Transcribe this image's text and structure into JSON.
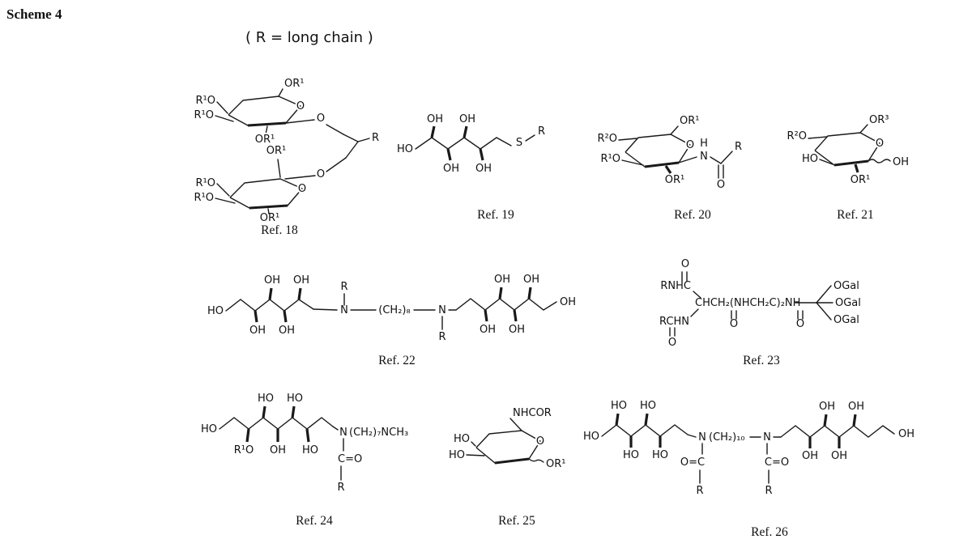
{
  "page": {
    "title": "Scheme 4",
    "note": "( R = long chain )"
  },
  "atoms": {
    "HO": "HO",
    "OH": "OH",
    "O": "O",
    "N": "N",
    "H": "H",
    "R": "R",
    "S": "S",
    "OR1": "OR¹",
    "R1O": "R¹O",
    "R2O": "R²O",
    "OR3": "OR³",
    "NHCOR": "NHCOR",
    "CEqO": "C=O",
    "OEqC": "O=C",
    "CH2_8": "(CH₂)₈",
    "CH2_7NCH3": "(CH₂)₇NCH₃",
    "CH2_10": "(CH₂)₁₀",
    "RNHC": "RNHC",
    "RCHN": "RCHN",
    "chain23": "CHCH₂(NHCH₂C)₂NH",
    "OGal": "OGal"
  },
  "refs": {
    "r18": "Ref. 18",
    "r19": "Ref. 19",
    "r20": "Ref. 20",
    "r21": "Ref. 21",
    "r22": "Ref. 22",
    "r23": "Ref. 23",
    "r24": "Ref. 24",
    "r25": "Ref. 25",
    "r26": "Ref. 26"
  }
}
